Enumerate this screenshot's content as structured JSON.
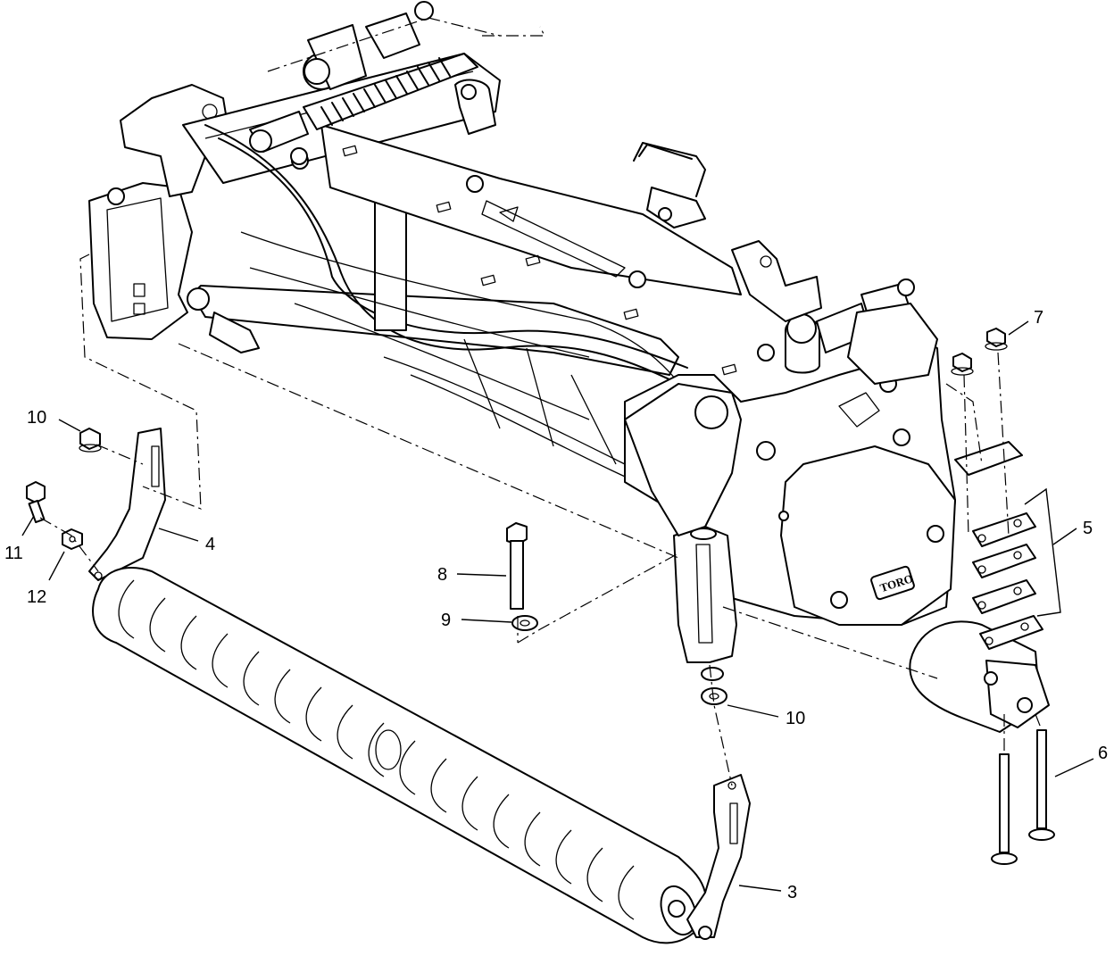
{
  "callouts": [
    {
      "id": "c10a",
      "label": "10"
    },
    {
      "id": "c11",
      "label": "11"
    },
    {
      "id": "c12",
      "label": "12"
    },
    {
      "id": "c4",
      "label": "4"
    },
    {
      "id": "c8",
      "label": "8"
    },
    {
      "id": "c9",
      "label": "9"
    },
    {
      "id": "c10b",
      "label": "10"
    },
    {
      "id": "c3",
      "label": "3"
    },
    {
      "id": "c7",
      "label": "7"
    },
    {
      "id": "c5",
      "label": "5"
    },
    {
      "id": "c6",
      "label": "6"
    }
  ],
  "brand": {
    "logo_text": "TORO"
  }
}
